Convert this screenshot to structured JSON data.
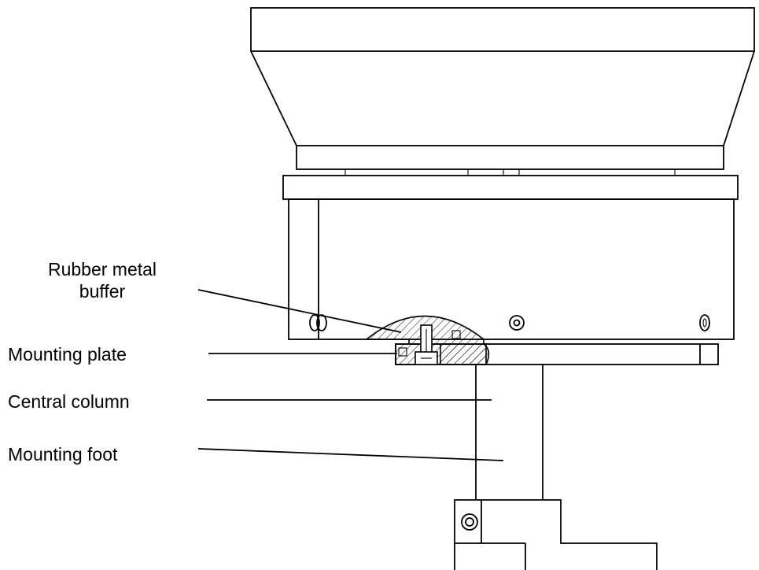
{
  "labels": {
    "rubber_buffer_line1": "Rubber metal",
    "rubber_buffer_line2": "buffer",
    "mounting_plate": "Mounting plate",
    "central_column": "Central column",
    "mounting_foot": "Mounting foot"
  }
}
